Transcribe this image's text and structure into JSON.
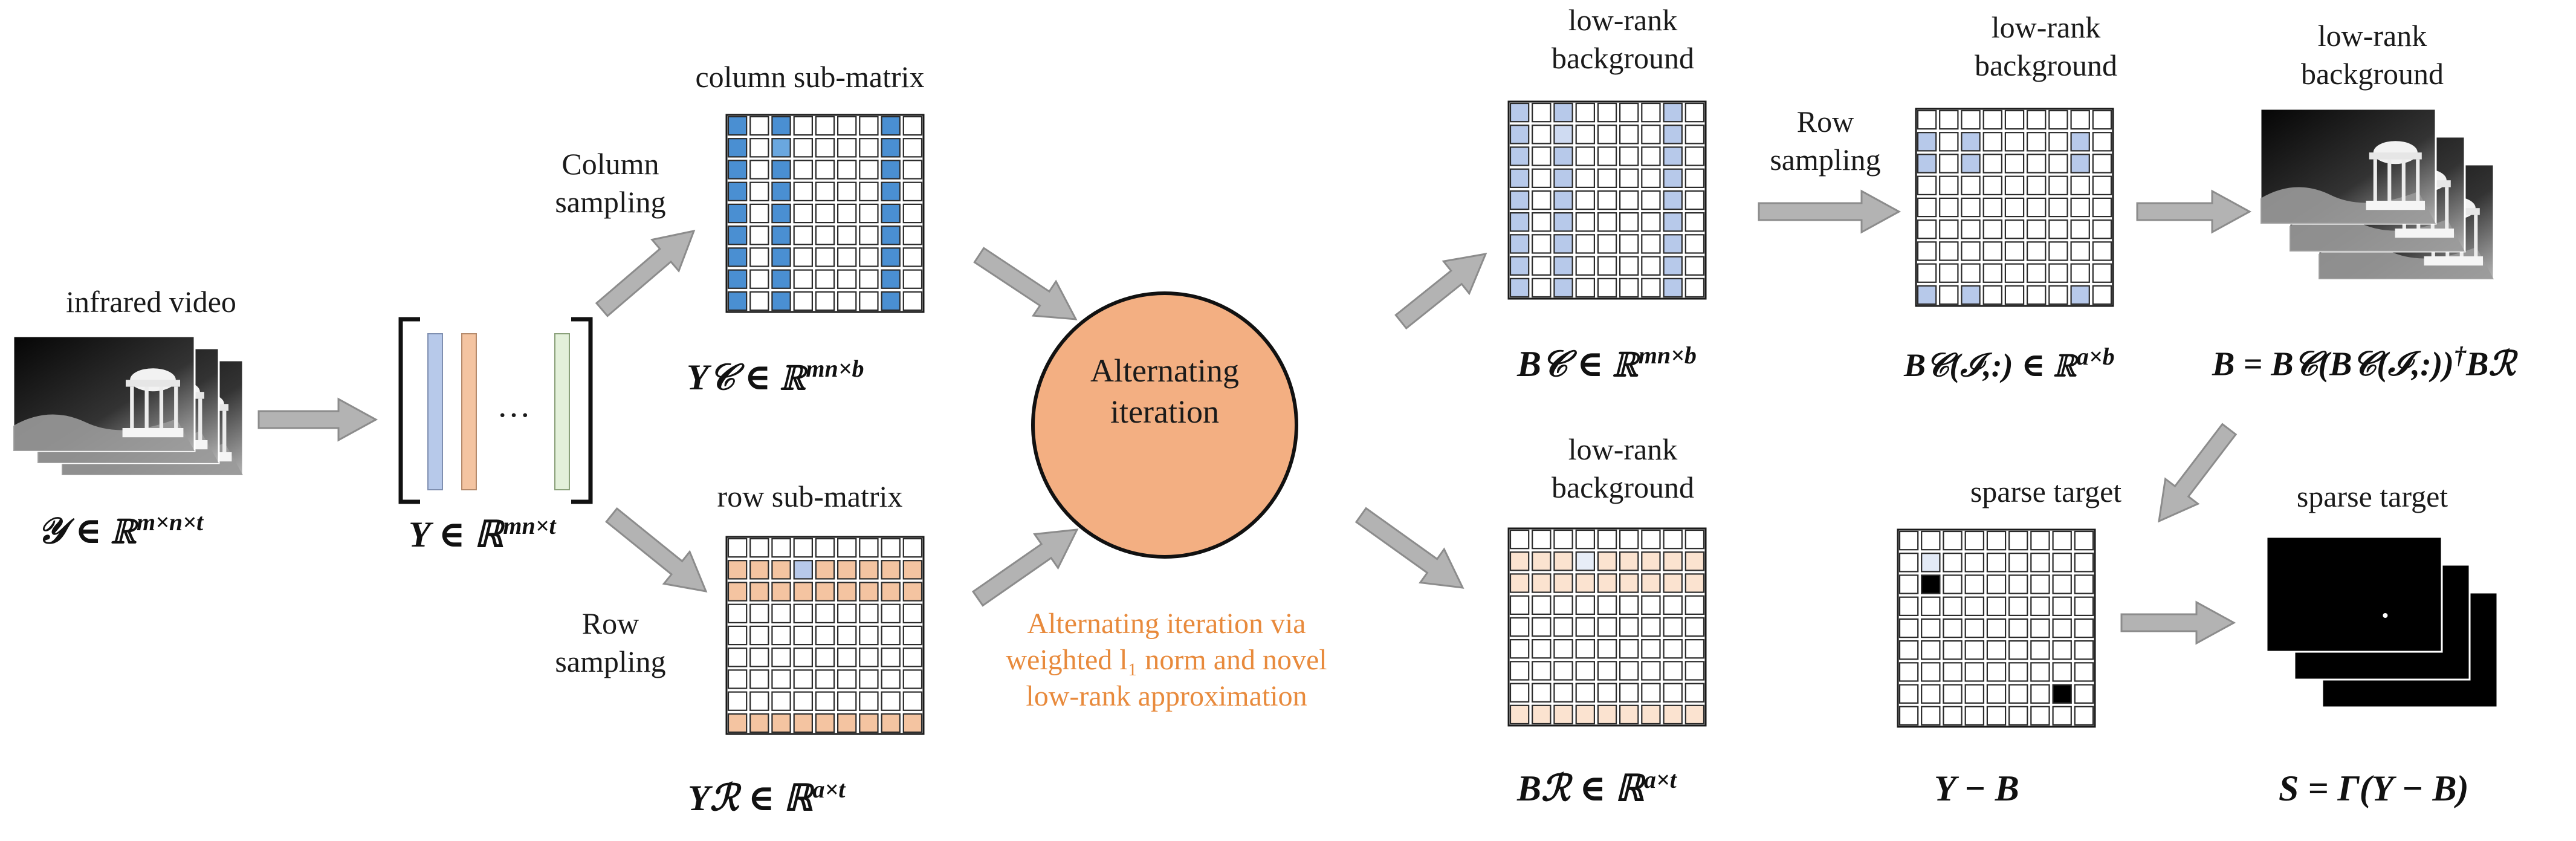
{
  "colors": {
    "blue_dark": "#4a8fd2",
    "blue_light": "#b7c9ea",
    "peach": "#f4c4a1",
    "peach_light": "#fbe3d0",
    "circle": "#f3af82",
    "arrow": "#b3b3b3",
    "note": "#e88a3c"
  },
  "labels": {
    "infrared_video": "infrared video",
    "column_submatrix": "column sub-matrix",
    "row_submatrix": "row sub-matrix",
    "column_sampling": "Column\nsampling",
    "row_sampling_left": "Row\nsampling",
    "row_sampling_right": "Row\nsampling",
    "lowrank_bc": "low-rank\nbackground",
    "lowrank_br": "low-rank\nbackground",
    "lowrank_bci": "low-rank\nbackground",
    "lowrank_b": "low-rank\nbackground",
    "sparse_target_mid": "sparse target",
    "sparse_target_right": "sparse target",
    "alternating": "Alternating\niteration",
    "note": "Alternating iteration via\nweighted l₁ norm and novel\nlow-rank approximation",
    "ellipsis": "…"
  },
  "math": {
    "calY": "𝒴 ∈ ℝ",
    "calY_sup": "m×n×t",
    "Y": "Y ∈ ℝ",
    "Y_sup": "mn×t",
    "YC": "Y𝒞 ∈ ℝ",
    "YC_sup": "mn×b",
    "YR": "Yℛ ∈ ℝ",
    "YR_sup": "a×t",
    "BC": "B𝒞 ∈ ℝ",
    "BC_sup": "mn×b",
    "BR": "Bℛ ∈ ℝ",
    "BR_sup": "a×t",
    "BCI": "B𝒞(ℐ,:) ∈ ℝ",
    "BCI_sup": "a×b",
    "B_eq": "B  = B𝒞(B𝒞(ℐ,:))",
    "B_eq_sup": "†",
    "B_eq_tail": "Bℛ",
    "YmB": "Y − B",
    "S_eq": "S = Γ(Y − B)"
  }
}
